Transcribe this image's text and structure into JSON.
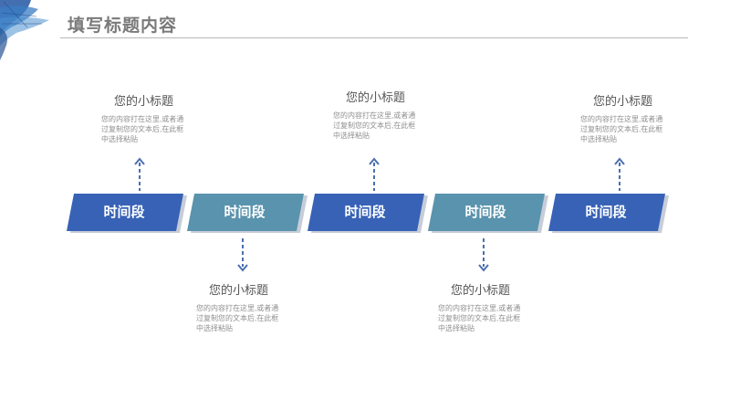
{
  "title": "填写标题内容",
  "colors": {
    "dark_blue": "#3762b6",
    "teal": "#5a93ad",
    "shadow": "#c7cdd8",
    "arrow": "#4a6faf",
    "title": "#7a7a7a"
  },
  "segments": [
    {
      "label": "时间段",
      "color": "dark_blue"
    },
    {
      "label": "时间段",
      "color": "teal"
    },
    {
      "label": "时间段",
      "color": "dark_blue"
    },
    {
      "label": "时间段",
      "color": "teal"
    },
    {
      "label": "时间段",
      "color": "dark_blue"
    }
  ],
  "callouts": [
    {
      "subtitle": "您的小标题",
      "body": "您的内容打在这里,或者通过复制您的文本后,在此框中选择粘贴",
      "position": "above"
    },
    {
      "subtitle": "您的小标题",
      "body": "您的内容打在这里,或者通过复制您的文本后,在此框中选择粘贴",
      "position": "below"
    },
    {
      "subtitle": "您的小标题",
      "body": "您的内容打在这里,或者通过复制您的文本后,在此框中选择粘贴",
      "position": "above"
    },
    {
      "subtitle": "您的小标题",
      "body": "您的内容打在这里,或者通过复制您的文本后,在此框中选择粘贴",
      "position": "below"
    },
    {
      "subtitle": "您的小标题",
      "body": "您的内容打在这里,或者通过复制您的文本后,在此框中选择粘贴",
      "position": "above"
    }
  ]
}
